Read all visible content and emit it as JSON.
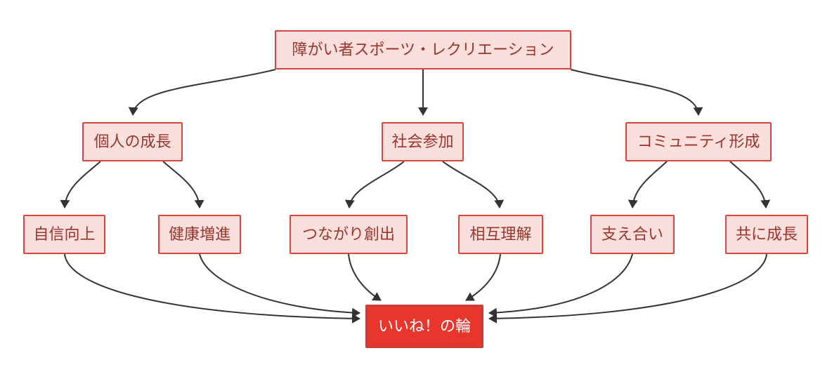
{
  "diagram": {
    "type": "flowchart",
    "direction": "top-down",
    "colors": {
      "background": "#ffffff",
      "node_fill": "#fbdfdd",
      "node_border": "#d64540",
      "node_text": "#9b352c",
      "highlight_fill": "#e8362c",
      "highlight_border": "#c8403a",
      "highlight_text": "#ffffff",
      "edge": "#333333"
    },
    "nodes": {
      "root": {
        "label": "障がい者スポーツ・レクリエーション"
      },
      "growth": {
        "label": "個人の成長"
      },
      "social": {
        "label": "社会参加"
      },
      "community": {
        "label": "コミュニティ形成"
      },
      "confidence": {
        "label": "自信向上"
      },
      "health": {
        "label": "健康増進"
      },
      "connection": {
        "label": "つながり創出"
      },
      "mutual": {
        "label": "相互理解"
      },
      "support": {
        "label": "支え合い"
      },
      "together": {
        "label": "共に成長"
      },
      "wheel": {
        "label": "いいね！の輪"
      }
    },
    "edges": [
      {
        "from": "root",
        "to": "growth"
      },
      {
        "from": "root",
        "to": "social"
      },
      {
        "from": "root",
        "to": "community"
      },
      {
        "from": "growth",
        "to": "confidence"
      },
      {
        "from": "growth",
        "to": "health"
      },
      {
        "from": "social",
        "to": "connection"
      },
      {
        "from": "social",
        "to": "mutual"
      },
      {
        "from": "community",
        "to": "support"
      },
      {
        "from": "community",
        "to": "together"
      },
      {
        "from": "confidence",
        "to": "wheel"
      },
      {
        "from": "health",
        "to": "wheel"
      },
      {
        "from": "connection",
        "to": "wheel"
      },
      {
        "from": "mutual",
        "to": "wheel"
      },
      {
        "from": "support",
        "to": "wheel"
      },
      {
        "from": "together",
        "to": "wheel"
      }
    ]
  }
}
